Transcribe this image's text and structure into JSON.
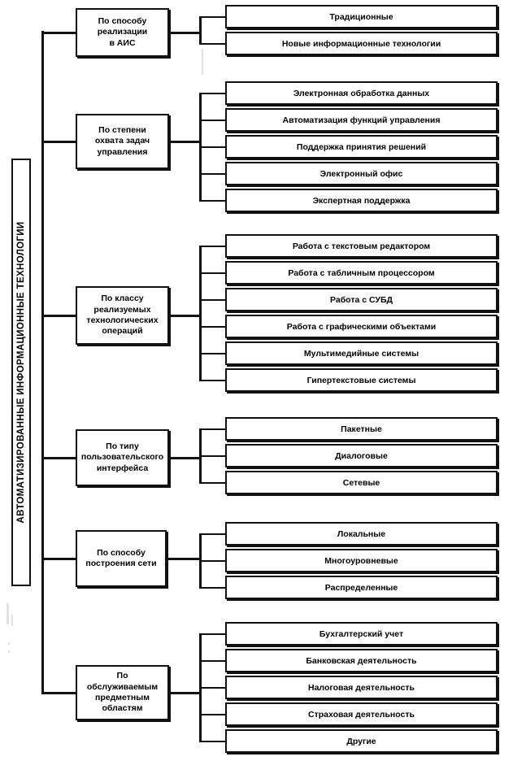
{
  "diagram": {
    "root": {
      "label": "АВТОМАТИЗИРОВАННЫЕ ИНФОРМАЦИОННЫЕ ТЕХНОЛОГИИ",
      "orientation": "vertical-rotated-90"
    },
    "groups": [
      {
        "id": "po-sposobu-realizacii-v-ais",
        "category": "По способу реализации в АИС",
        "category_lines": [
          "По способу",
          "реализации",
          "в АИС"
        ],
        "leaves": [
          "Традиционные",
          "Новые информационные технологии"
        ]
      },
      {
        "id": "po-stepeni-ohvata-zadach-upravleniya",
        "category": "По степени охвата задач управления",
        "category_lines": [
          "По степени",
          "охвата задач",
          "управления"
        ],
        "leaves": [
          "Электронная обработка данных",
          "Автоматизация функций управления",
          "Поддержка принятия решений",
          "Электронный офис",
          "Экспертная поддержка"
        ]
      },
      {
        "id": "po-klassu-realizuemyh-tehnologicheskih-operacij",
        "category": "По классу реализуемых технологических операций",
        "category_lines": [
          "По классу",
          "реализуемых",
          "технологических",
          "операций"
        ],
        "leaves": [
          "Работа с текстовым редактором",
          "Работа с табличным процессором",
          "Работа с СУБД",
          "Работа с графическими объектами",
          "Мультимедийные системы",
          "Гипертекстовые системы"
        ]
      },
      {
        "id": "po-tipu-polzovatelskogo-interfejsa",
        "category": "По типу пользовательского интерфейса",
        "category_lines": [
          "По типу",
          "пользовательского",
          "интерфейса"
        ],
        "leaves": [
          "Пакетные",
          "Диалоговые",
          "Сетевые"
        ]
      },
      {
        "id": "po-sposobu-postroeniya-seti",
        "category": "По способу построения сети",
        "category_lines": [
          "По способу",
          "построения сети"
        ],
        "leaves": [
          "Локальные",
          "Многоуровневые",
          "Распределенные"
        ]
      },
      {
        "id": "po-obsluzhivaemym-predmetnym-oblastyam",
        "category": "По обслуживаемым предметным областям",
        "category_lines": [
          "По обслуживаемым",
          "предметным",
          "областям"
        ],
        "leaves": [
          "Бухгалтерский учет",
          "Банковская деятельность",
          "Налоговая деятельность",
          "Страховая деятельность",
          "Другие"
        ]
      }
    ],
    "colors": {
      "line": "#111111",
      "text": "#000000",
      "background": "#ffffff"
    }
  }
}
